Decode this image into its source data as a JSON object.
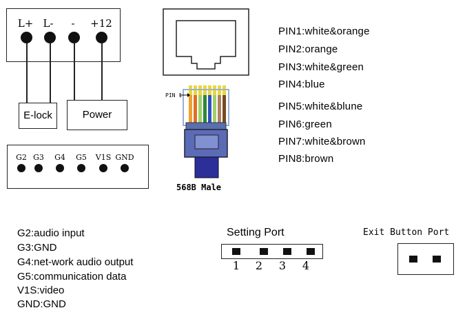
{
  "terminal_block": {
    "labels": [
      "L+",
      "L-",
      "-",
      "+12"
    ]
  },
  "devices": {
    "elock_label": "E-lock",
    "power_label": "Power"
  },
  "io_block": {
    "labels": [
      "G2",
      "G3",
      "G4",
      "G5",
      "V1S",
      "GND"
    ]
  },
  "connector": {
    "pin1_marker": "PIN 1",
    "caption": "568B Male"
  },
  "pins": [
    "PIN1:white&orange",
    "PIN2:orange",
    "PIN3:white&green",
    "PIN4:blue",
    "PIN5:white&blune",
    "PIN6:green",
    "PIN7:white&brown",
    "PIN8:brown"
  ],
  "legend": [
    "G2:audio input",
    "G3:GND",
    "G4:net-work audio output",
    "G5:communication data",
    "V1S:video",
    "GND:GND"
  ],
  "setting_port": {
    "title": "Setting Port",
    "numbers": [
      "1",
      "2",
      "3",
      "4"
    ]
  },
  "exit_port": {
    "title": "Exit Button Port"
  },
  "wire_colors": [
    "#f0a030",
    "#e07020",
    "#9fd06a",
    "#2a8a3a",
    "#3050c0",
    "#9fd06a",
    "#b08060",
    "#7a4a20"
  ]
}
